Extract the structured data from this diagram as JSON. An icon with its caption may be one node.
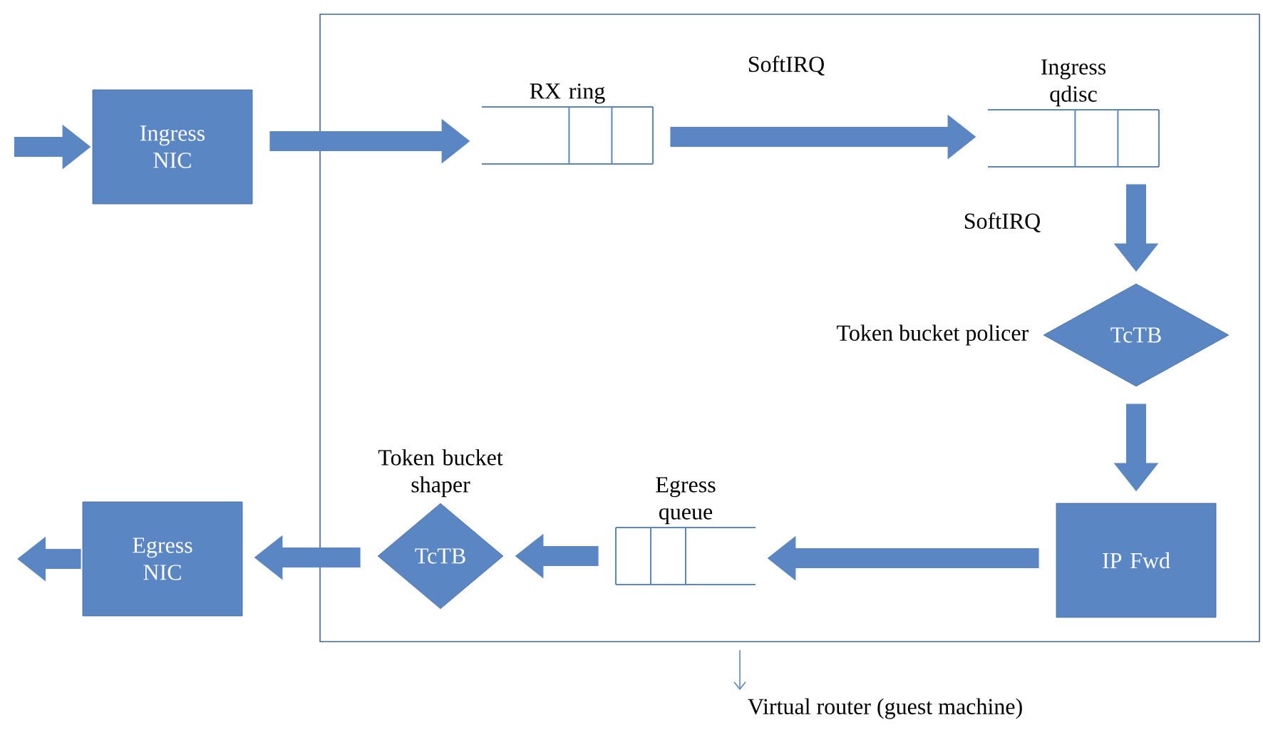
{
  "diagram": {
    "nodes": [
      {
        "text": [],
        "shape": "box"
      },
      {
        "text": [
          "Ingress NIC"
        ]
      },
      {
        "text": [
          "RX ring"
        ],
        "in": 0
      },
      {
        "text": [
          "Ingress qdisc"
        ],
        "in": 0
      },
      {
        "text": [
          "TcTB"
        ],
        "beside": [
          "Token bucket policer"
        ],
        "in": 0
      },
      {
        "text": [
          "IP Fwd"
        ],
        "in": 0
      },
      {
        "text": [
          "Egress queue"
        ],
        "in": 0
      },
      {
        "text": [
          "TcTB"
        ],
        "beside": [
          "Token bucket shaper"
        ],
        "in": 0
      },
      {
        "text": [
          "Egress NIC"
        ]
      },
      {
        "text": [
          "Virtual router (guest machine)"
        ]
      }
    ],
    "edges": [
      {
        "from": null,
        "to": 1,
        "arrow": "to"
      },
      {
        "from": 1,
        "to": 2,
        "arrow": "to"
      },
      {
        "from": 2,
        "to": 3,
        "arrow": "to",
        "label": "SoftIRQ"
      },
      {
        "from": 3,
        "to": 4,
        "arrow": "to",
        "label": "SoftIRQ"
      },
      {
        "from": 4,
        "to": 5,
        "arrow": "to"
      },
      {
        "from": 5,
        "to": 6,
        "arrow": "to"
      },
      {
        "from": 6,
        "to": 7,
        "arrow": "to"
      },
      {
        "from": 7,
        "to": 8,
        "arrow": "to"
      },
      {
        "from": 8,
        "to": null,
        "arrow": "to"
      },
      {
        "from": 0,
        "to": 9,
        "arrow": "to"
      }
    ]
  }
}
